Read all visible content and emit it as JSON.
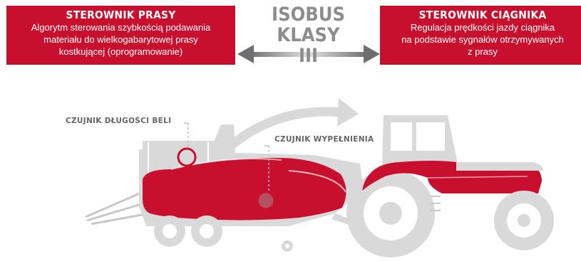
{
  "left_box": {
    "title": "STEROWNIK PRASY",
    "lines": [
      "Algorytm sterowania szybkością podawania",
      "materiału do wielkogabarytowej prasy",
      "kostkującej (oprogramowanie)"
    ]
  },
  "center": {
    "title_line1": "ISOBUS KLASY",
    "title_line2": "III"
  },
  "right_box": {
    "title": "STEROWNIK CIĄGNIKA",
    "lines": [
      "Regulacja prędkości jazdy ciągnika",
      "na podstawie sygnałów otrzymywanych",
      "z prasy"
    ]
  },
  "labels": {
    "bale_length_sensor": "CZUJNIK DŁUGOŚCI BELI",
    "fill_sensor": "CZUJNIK WYPEŁNIENIA"
  },
  "colors": {
    "accent_red": "#c8102e",
    "machine_grey": "#d9d9d9",
    "arrow_grey": "#8c8d8f"
  }
}
